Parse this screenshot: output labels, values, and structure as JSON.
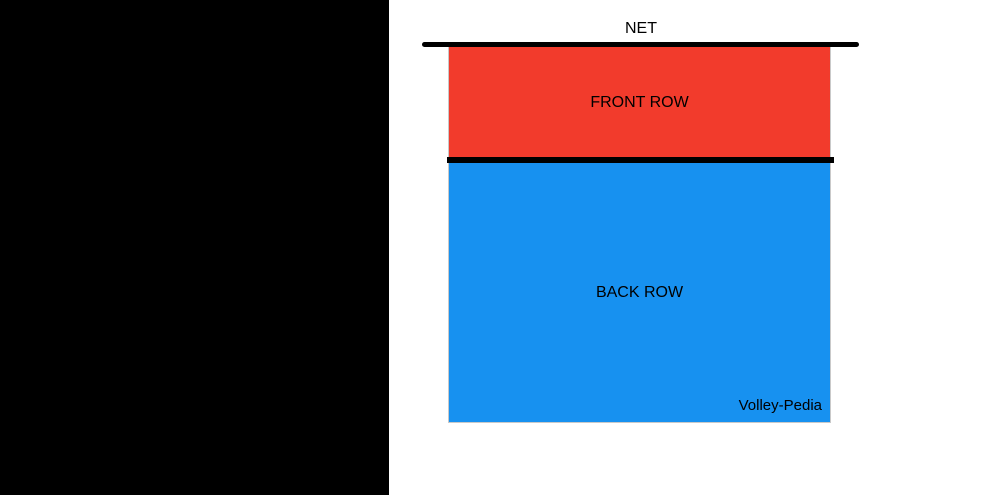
{
  "diagram": {
    "net_label": "NET",
    "zones": {
      "front_row": {
        "label": "FRONT ROW",
        "color": "#F23B2C"
      },
      "back_row": {
        "label": "BACK ROW",
        "color": "#1791F0"
      }
    },
    "watermark": "Volley-Pedia",
    "colors": {
      "net_line": "#000000",
      "attack_line": "#000000",
      "left_panel": "#000000",
      "court_border": "#C9C9C9",
      "background": "#FFFFFF",
      "text": "#000000"
    }
  }
}
